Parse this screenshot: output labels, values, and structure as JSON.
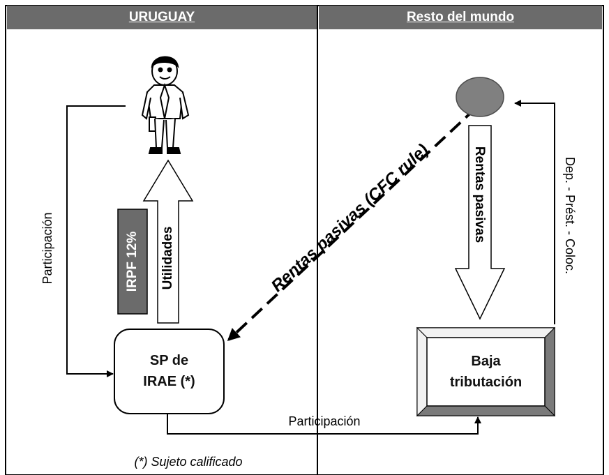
{
  "headers": {
    "left": "URUGUAY",
    "right": "Resto del mundo"
  },
  "nodes": {
    "sp_line1": "SP de",
    "sp_line2": "IRAE (*)",
    "baja_line1": "Baja",
    "baja_line2": "tributación"
  },
  "labels": {
    "participacion_left": "Participación",
    "participacion_bottom": "Participación",
    "irpf": "IRPF 12%",
    "utilidades": "Utilidades",
    "rentas_pasivas_cfc": "Rentas pasivas (CFC rule)",
    "rentas_pasivas": "Rentas pasivas",
    "dep_prest_coloc": "Dep. - Prést. - Coloc."
  },
  "footnote": "(*) Sujeto calificado",
  "icons": [
    "person-icon",
    "entity-circle-icon"
  ],
  "colors": {
    "header_bg": "#6b6b6b",
    "irpf_bg": "#6b6b6b",
    "circle": "#808080",
    "line": "#000000"
  }
}
